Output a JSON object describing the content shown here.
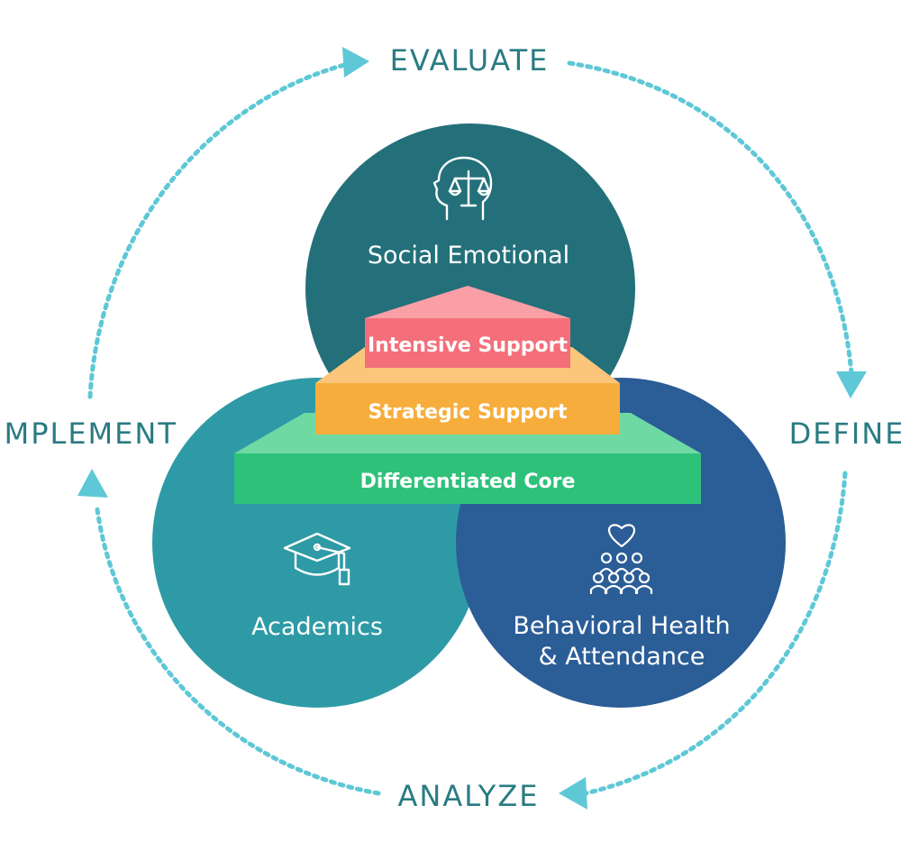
{
  "cycle": {
    "evaluate": "EVALUATE",
    "define": "DEFINE",
    "analyze": "ANALYZE",
    "implement": "IMPLEMENT",
    "arrow_color": "#5ec8d6"
  },
  "domains": {
    "social_emotional": {
      "label": "Social Emotional",
      "color": "#23707a",
      "icon": "head-scale-icon"
    },
    "academics": {
      "label": "Academics",
      "color": "#2e9aa6",
      "icon": "graduation-cap-icon"
    },
    "behavioral": {
      "line1": "Behavioral Health",
      "line2": "& Attendance",
      "color": "#2b5d96",
      "icon": "group-heart-icon"
    }
  },
  "tiers": {
    "intensive": {
      "label": "Intensive Support",
      "color": "#f46f7a"
    },
    "strategic": {
      "label": "Strategic Support",
      "color": "#f7ad3c"
    },
    "core": {
      "label": "Differentiated Core",
      "color": "#2ec17a"
    }
  }
}
